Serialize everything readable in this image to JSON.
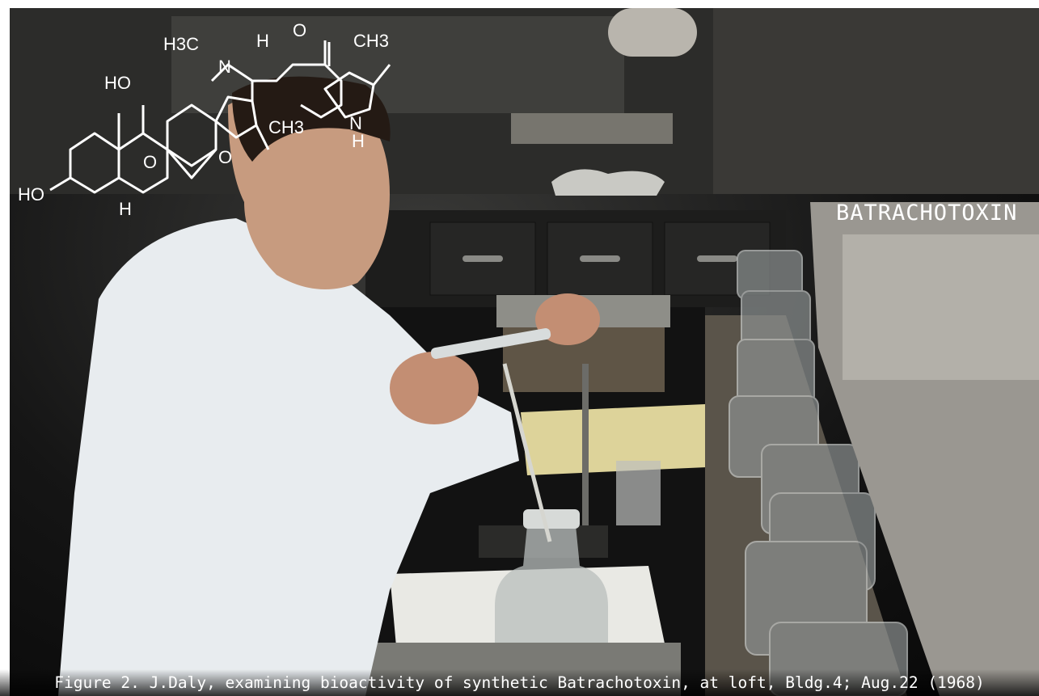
{
  "photo": {
    "subject": "researcher-at-lab-bench"
  },
  "structure": {
    "compound_label": "BATRACHOTOXIN",
    "atom_labels": [
      "H3C",
      "H",
      "O",
      "CH3",
      "HO",
      "N",
      "CH3",
      "N",
      "H",
      "HO",
      "O",
      "O",
      "H"
    ]
  },
  "caption": {
    "text": "Figure 2. J.Daly, examining bioactivity of synthetic Batrachotoxin, at loft, Bldg.4; Aug.22 (1968)"
  },
  "colors": {
    "background": "#ffffff",
    "lab_coat": "#e8ecef",
    "structure_ink": "#ffffff"
  }
}
